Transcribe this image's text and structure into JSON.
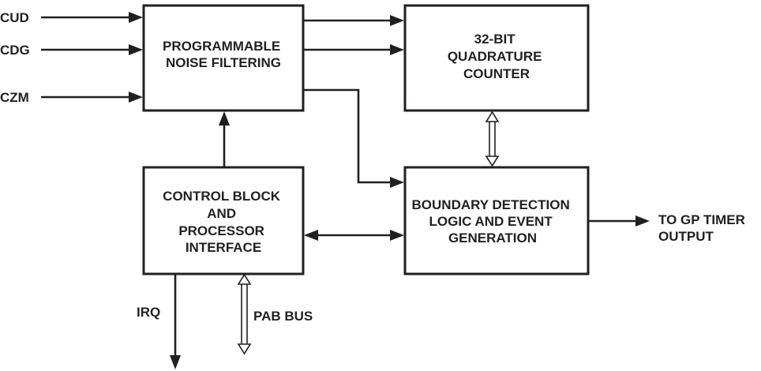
{
  "inputs": {
    "cud": "CUD",
    "cdg": "CDG",
    "czm": "CZM"
  },
  "blocks": {
    "noise_filter": [
      "PROGRAMMABLE",
      "NOISE FILTERING"
    ],
    "counter": [
      "32-BIT",
      "QUADRATURE",
      "COUNTER"
    ],
    "control": [
      "CONTROL BLOCK",
      "AND",
      "PROCESSOR",
      "INTERFACE"
    ],
    "boundary": [
      "BOUNDARY DETECTION",
      "LOGIC AND EVENT",
      "GENERATION"
    ]
  },
  "outputs": {
    "gp_timer": [
      "TO GP TIMER",
      "OUTPUT"
    ],
    "irq": "IRQ",
    "pab_bus": "PAB BUS"
  },
  "colors": {
    "ink": "#231f20",
    "background": "#ffffff"
  }
}
